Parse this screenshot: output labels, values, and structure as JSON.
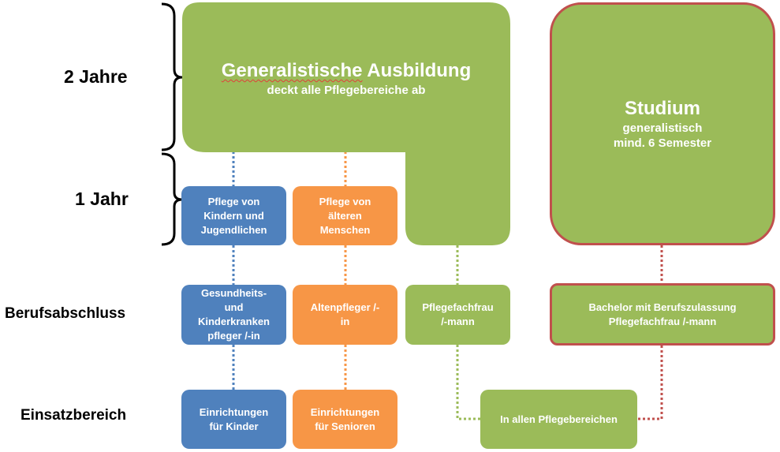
{
  "side_labels": {
    "years_2": "2 Jahre",
    "years_1": "1 Jahr",
    "degree": "Berufsabschluss",
    "field": "Einsatzbereich"
  },
  "generalist": {
    "title_part1": "Generalistische",
    "title_part2": " Ausbildung",
    "subtitle": "deckt alle Pflegebereiche ab"
  },
  "studium": {
    "title": "Studium",
    "line1": "generalistisch",
    "line2": "mind. 6 Semester"
  },
  "specialization": {
    "children": [
      "Pflege von",
      "Kindern und",
      "Jugendlichen"
    ],
    "elderly": [
      "Pflege von",
      "älteren",
      "Menschen"
    ]
  },
  "degrees": {
    "children": [
      "Gesundheits-",
      "und",
      "Kinderkranken",
      "pfleger /-in"
    ],
    "elderly": [
      "Altenpfleger /-",
      "in"
    ],
    "generalist": [
      "Pflegefachfrau",
      "/-mann"
    ],
    "bachelor": [
      "Bachelor mit Berufszulassung",
      "Pflegefachfrau /-mann"
    ]
  },
  "fields": {
    "children": [
      "Einrichtungen",
      "für Kinder"
    ],
    "elderly": [
      "Einrichtungen",
      "für Senioren"
    ],
    "all": "In allen Pflegebereichen"
  },
  "colors": {
    "blue": "#4f81bd",
    "orange": "#f79646",
    "green": "#9bbb59",
    "red_border": "#c0504d"
  }
}
